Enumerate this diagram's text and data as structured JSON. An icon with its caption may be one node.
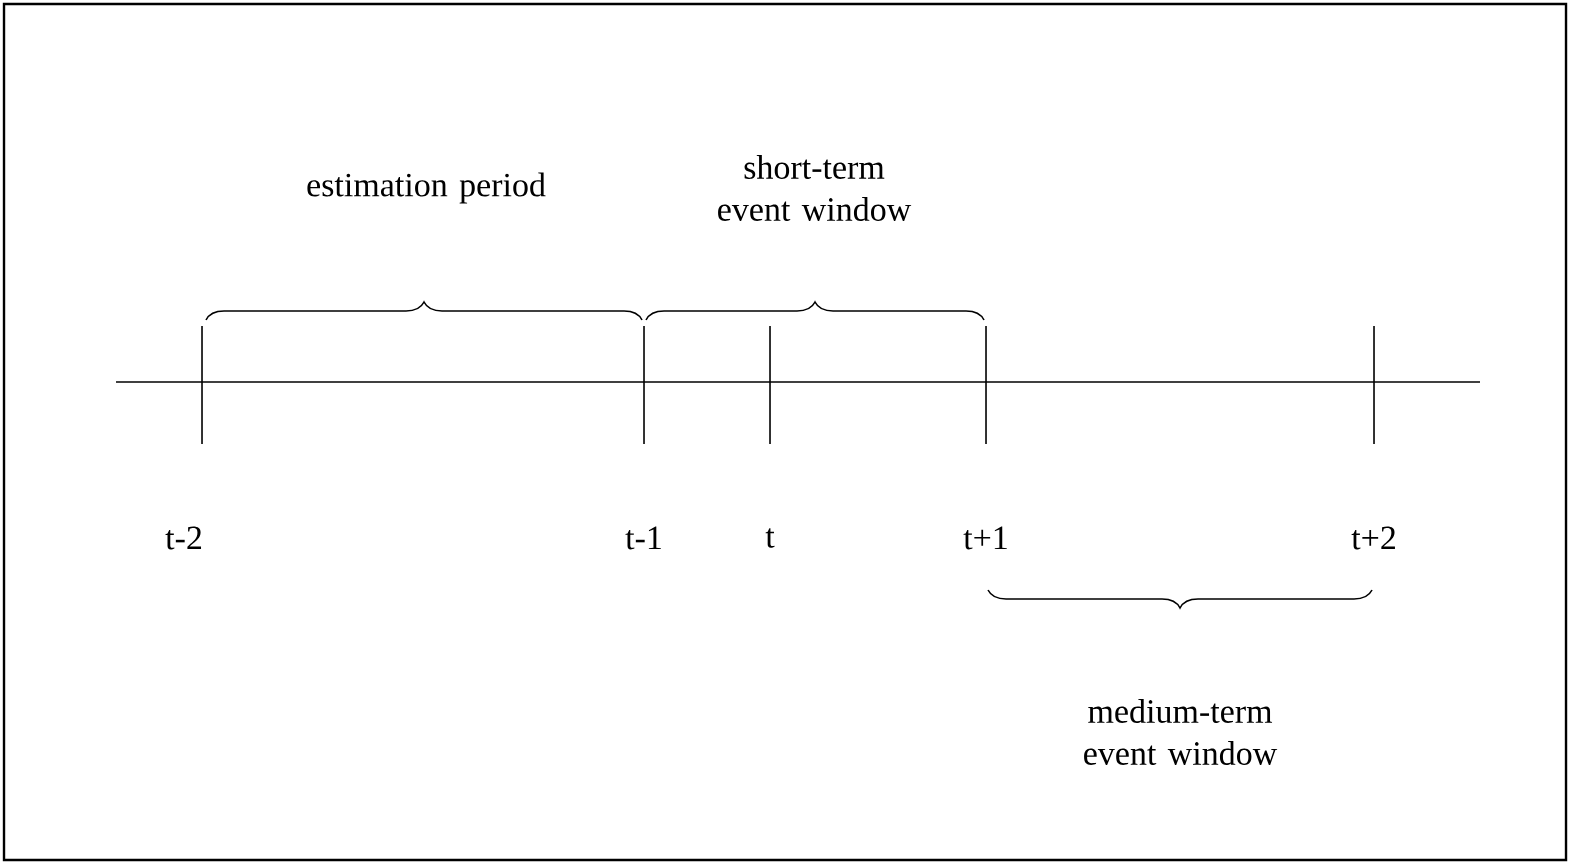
{
  "diagram": {
    "labels": [
      "estimation period",
      "short-term event window",
      "t-2",
      "t-1",
      "t",
      "t+1",
      "t+2",
      "medium-term event window"
    ]
  }
}
